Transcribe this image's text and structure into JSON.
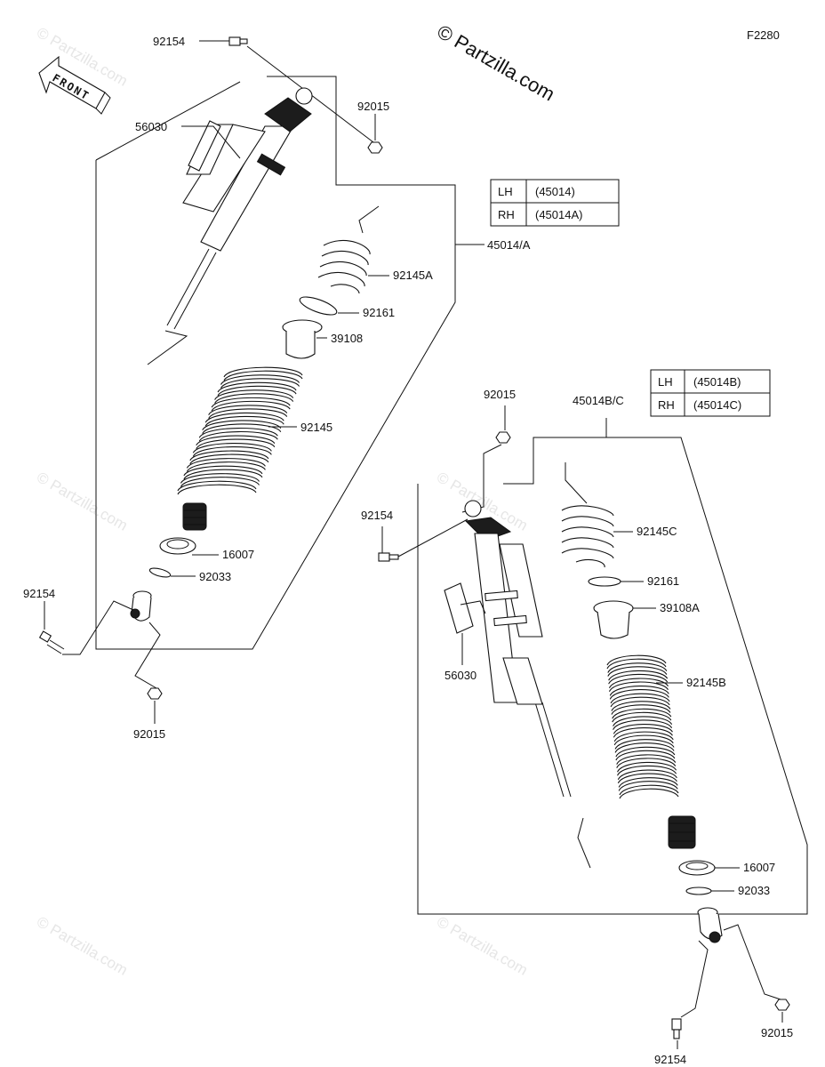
{
  "diagram_code": "F2280",
  "copyright": "© Partzilla.com",
  "watermark": "© Partzilla.com",
  "front_label": "FRONT",
  "upper_assembly": {
    "label": "45014/A",
    "table": [
      {
        "side": "LH",
        "part": "(45014)"
      },
      {
        "side": "RH",
        "part": "(45014A)"
      }
    ],
    "parts": {
      "bolt_top": "92154",
      "nut_top": "92015",
      "sticker": "56030",
      "spring_small": "92145A",
      "ring": "92161",
      "seat": "39108",
      "spring_main": "92145",
      "bumper": "16007",
      "clip": "92033",
      "bolt_bottom": "92154",
      "nut_bottom": "92015"
    }
  },
  "lower_assembly": {
    "label": "45014B/C",
    "table": [
      {
        "side": "LH",
        "part": "(45014B)"
      },
      {
        "side": "RH",
        "part": "(45014C)"
      }
    ],
    "parts": {
      "nut_top": "92015",
      "bolt_top": "92154",
      "sticker": "56030",
      "spring_small": "92145C",
      "ring": "92161",
      "seat": "39108A",
      "spring_main": "92145B",
      "bumper": "16007",
      "clip": "92033",
      "bolt_bottom": "92154",
      "nut_bottom": "92015"
    }
  },
  "colors": {
    "line": "#111111",
    "watermark": "#e6e6e6",
    "background": "#ffffff"
  }
}
